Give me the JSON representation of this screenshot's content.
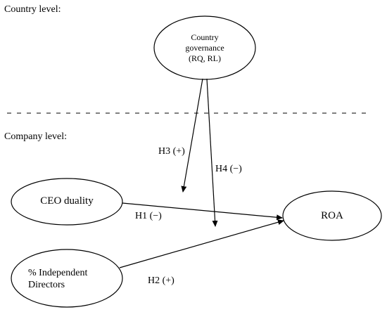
{
  "levels": {
    "country": "Country level:",
    "company": "Company level:"
  },
  "nodes": {
    "country_governance": [
      "Country",
      "governance",
      "(RQ, RL)"
    ],
    "ceo_duality": "CEO duality",
    "independent_directors": [
      "% Independent",
      "Directors"
    ],
    "roa": "ROA"
  },
  "hypotheses": {
    "h1": "H1 (−)",
    "h2": "H2 (+)",
    "h3": "H3 (+)",
    "h4": "H4 (−)"
  }
}
